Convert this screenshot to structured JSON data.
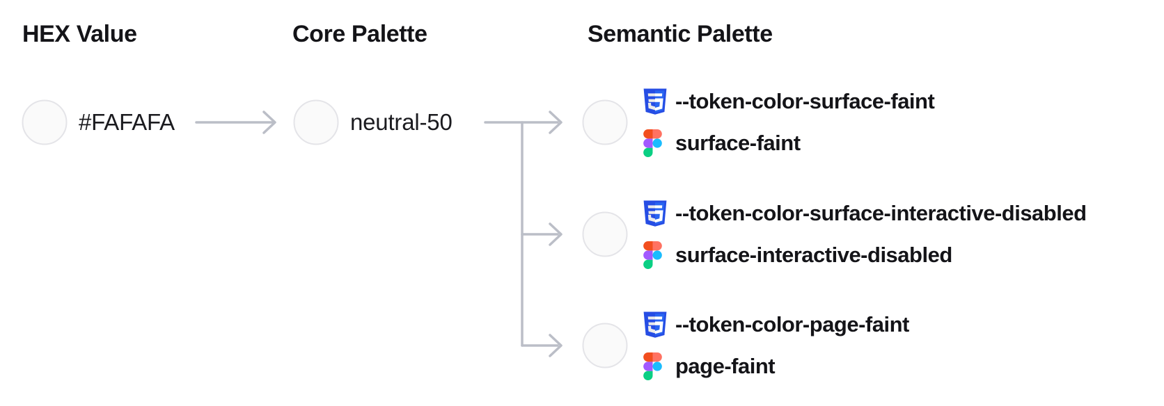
{
  "diagram": {
    "columns": [
      {
        "id": "hex",
        "title": "HEX Value"
      },
      {
        "id": "core",
        "title": "Core Palette"
      },
      {
        "id": "semantic",
        "title": "Semantic Palette"
      }
    ],
    "hex_node": {
      "label": "#FAFAFA"
    },
    "core_node": {
      "label": "neutral-50"
    },
    "semantic_nodes": [
      {
        "css_token": "--token-color-surface-faint",
        "figma_token": "surface-faint"
      },
      {
        "css_token": "--token-color-surface-interactive-disabled",
        "figma_token": "surface-interactive-disabled"
      },
      {
        "css_token": "--token-color-page-faint",
        "figma_token": "page-faint"
      }
    ],
    "swatch": {
      "fill": "#FAFAFA",
      "border": "#E4E4E8"
    },
    "colors": {
      "connector": "#BBBEC7",
      "text": "#17171B",
      "css_icon_shield": "#264DE4",
      "css_icon_shield_light": "#2965F1",
      "figma_icon": [
        "#F24E1E",
        "#FF7262",
        "#A259FF",
        "#1ABCFE",
        "#0ACF83"
      ]
    },
    "icons": {
      "css_token_line": "css3-icon",
      "figma_token_line": "figma-icon"
    }
  }
}
